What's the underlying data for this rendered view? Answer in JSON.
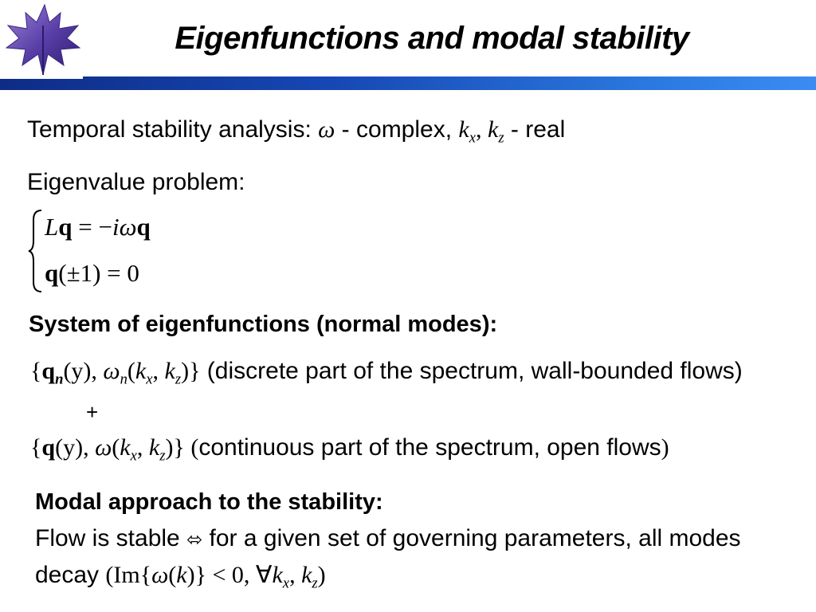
{
  "slide": {
    "title": "Eigenfunctions and modal stability",
    "logo_icon": "maple-leaf-icon",
    "accent_color": "#1a55c0"
  },
  "temporal": {
    "prefix": "Temporal stability analysis: ",
    "omega": "ω",
    "complex": " - complex, ",
    "k": "k",
    "sub_x": "x",
    "comma": ", ",
    "sub_z": "z",
    "real": " - real"
  },
  "eigen": {
    "label": "Eigenvalue problem:",
    "eq1": {
      "L": "L",
      "q": "q",
      "eq": " = −",
      "i": "i",
      "omega": "ω",
      "q2": "q"
    },
    "eq2": {
      "q": "q",
      "arg": "(±1) = 0"
    }
  },
  "system": {
    "heading": "System of eigenfunctions (normal modes):",
    "discrete": {
      "open": "{",
      "q": "q",
      "n": "n",
      "y": "(y), ",
      "omega": "ω",
      "n2": "n",
      "kopen": "(",
      "k": "k",
      "x": "x",
      "comma": ", ",
      "k2": "k",
      "z": "z",
      "close": ")}",
      "text": " (discrete part of the spectrum, wall-bounded flows)"
    },
    "plus": "+",
    "continuous": {
      "open": "{",
      "q": "q",
      "y": "(y), ",
      "omega": "ω",
      "kopen": "(",
      "k": "k",
      "x": "x",
      "comma": ", ",
      "k2": "k",
      "z": "z",
      "close": ")}",
      "text_open": " (",
      "text": "continuous part of the spectrum, open flows",
      "text_close": ")"
    }
  },
  "modal": {
    "heading": "Modal approach to the stability:",
    "line1_a": "Flow is stable ",
    "iff": "⬄",
    "line1_b": "  for a given set of governing parameters, all modes",
    "line2_a": "decay ",
    "cond_open": "(Im{",
    "omega": "ω",
    "kopen": "(",
    "k": "k",
    "kclose": ")} < 0, ∀",
    "k2": "k",
    "x": "x",
    "comma": ", ",
    "k3": "k",
    "z": "z",
    "close": ")"
  }
}
